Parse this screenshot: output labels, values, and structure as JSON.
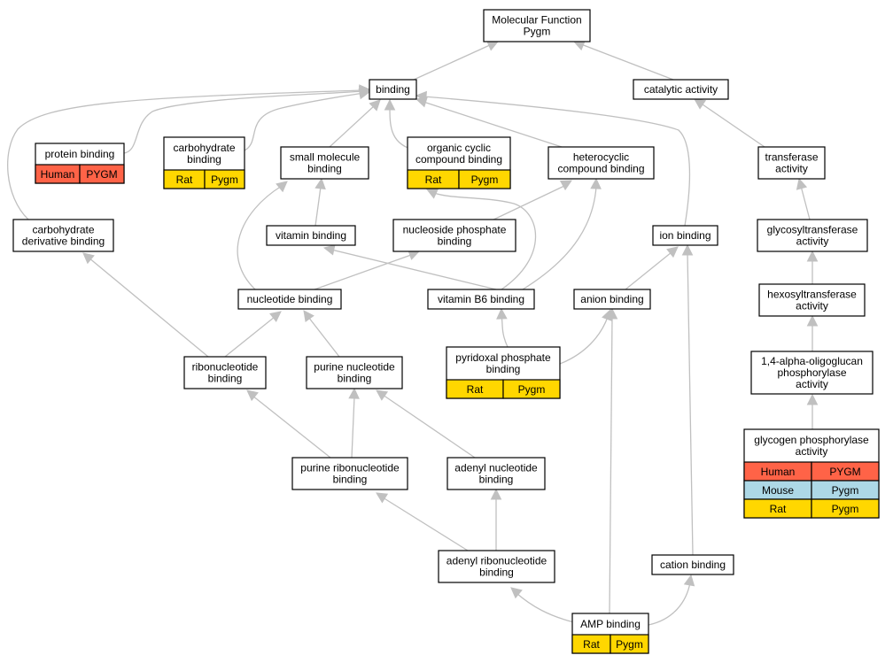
{
  "colors": {
    "human": "#ff6347",
    "mouse": "#add8e6",
    "rat": "#ffd700",
    "edge": "#c0c0c0"
  },
  "nodes": [
    {
      "id": "mf",
      "lines": [
        "Molecular Function",
        "Pygm"
      ]
    },
    {
      "id": "binding",
      "lines": [
        "binding"
      ]
    },
    {
      "id": "catalytic",
      "lines": [
        "catalytic activity"
      ]
    },
    {
      "id": "protein",
      "lines": [
        "protein binding"
      ],
      "cells": [
        [
          "Human",
          "PYGM",
          "human"
        ]
      ]
    },
    {
      "id": "carbohydrate",
      "lines": [
        "carbohydrate",
        "binding"
      ],
      "cells": [
        [
          "Rat",
          "Pygm",
          "rat"
        ]
      ]
    },
    {
      "id": "smallmol",
      "lines": [
        "small molecule",
        "binding"
      ]
    },
    {
      "id": "orgcyclic",
      "lines": [
        "organic cyclic",
        "compound binding"
      ],
      "cells": [
        [
          "Rat",
          "Pygm",
          "rat"
        ]
      ]
    },
    {
      "id": "heterocyclic",
      "lines": [
        "heterocyclic",
        "compound binding"
      ]
    },
    {
      "id": "transferase",
      "lines": [
        "transferase",
        "activity"
      ]
    },
    {
      "id": "carbderiv",
      "lines": [
        "carbohydrate",
        "derivative binding"
      ]
    },
    {
      "id": "vitamin",
      "lines": [
        "vitamin binding"
      ]
    },
    {
      "id": "nucphos",
      "lines": [
        "nucleoside phosphate",
        "binding"
      ]
    },
    {
      "id": "ion",
      "lines": [
        "ion binding"
      ]
    },
    {
      "id": "glycosyl",
      "lines": [
        "glycosyltransferase",
        "activity"
      ]
    },
    {
      "id": "nucleotide",
      "lines": [
        "nucleotide binding"
      ]
    },
    {
      "id": "vitb6",
      "lines": [
        "vitamin B6 binding"
      ]
    },
    {
      "id": "anion",
      "lines": [
        "anion binding"
      ]
    },
    {
      "id": "hexosyl",
      "lines": [
        "hexosyltransferase",
        "activity"
      ]
    },
    {
      "id": "ribonuc",
      "lines": [
        "ribonucleotide",
        "binding"
      ]
    },
    {
      "id": "purinenuc",
      "lines": [
        "purine nucleotide",
        "binding"
      ]
    },
    {
      "id": "pyridoxal",
      "lines": [
        "pyridoxal phosphate",
        "binding"
      ],
      "cells": [
        [
          "Rat",
          "Pygm",
          "rat"
        ]
      ]
    },
    {
      "id": "oligoglucan",
      "lines": [
        "1,4-alpha-oligoglucan",
        "phosphorylase",
        "activity"
      ]
    },
    {
      "id": "glycogen",
      "lines": [
        "glycogen phosphorylase",
        "activity"
      ],
      "cells": [
        [
          "Human",
          "PYGM",
          "human"
        ],
        [
          "Mouse",
          "Pygm",
          "mouse"
        ],
        [
          "Rat",
          "Pygm",
          "rat"
        ]
      ]
    },
    {
      "id": "purineribo",
      "lines": [
        "purine ribonucleotide",
        "binding"
      ]
    },
    {
      "id": "adenylnuc",
      "lines": [
        "adenyl nucleotide",
        "binding"
      ]
    },
    {
      "id": "adenylribo",
      "lines": [
        "adenyl ribonucleotide",
        "binding"
      ]
    },
    {
      "id": "cation",
      "lines": [
        "cation binding"
      ]
    },
    {
      "id": "amp",
      "lines": [
        "AMP binding"
      ],
      "cells": [
        [
          "Rat",
          "Pygm",
          "rat"
        ]
      ]
    }
  ]
}
